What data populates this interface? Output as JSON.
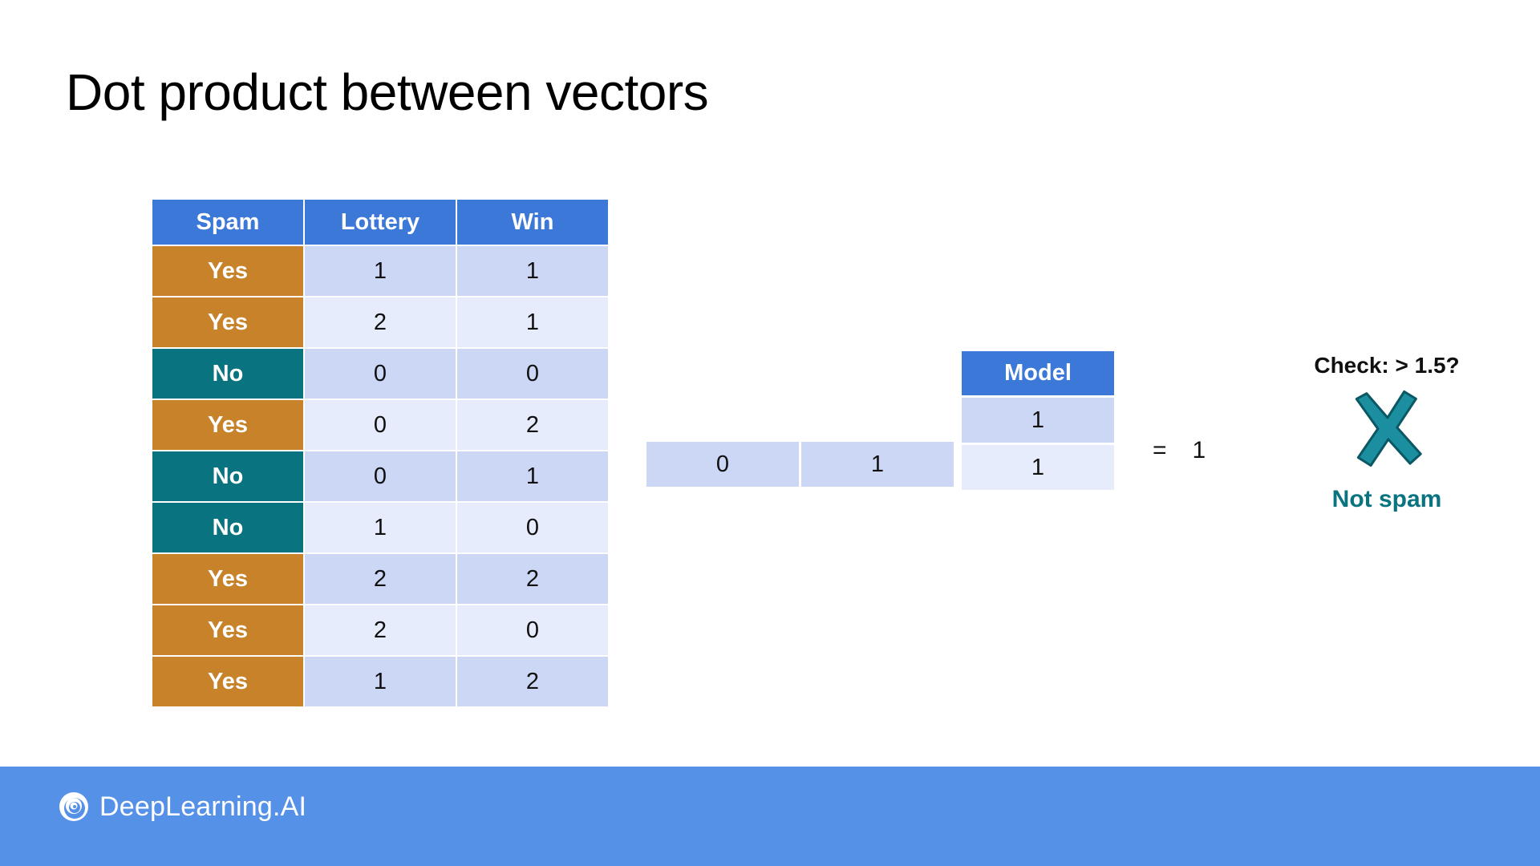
{
  "slide": {
    "title": "Dot product between vectors"
  },
  "table": {
    "headers": [
      "Spam",
      "Lottery",
      "Win"
    ],
    "rows": [
      {
        "spam": "Yes",
        "lottery": "1",
        "win": "1"
      },
      {
        "spam": "Yes",
        "lottery": "2",
        "win": "1"
      },
      {
        "spam": "No",
        "lottery": "0",
        "win": "0"
      },
      {
        "spam": "Yes",
        "lottery": "0",
        "win": "2"
      },
      {
        "spam": "No",
        "lottery": "0",
        "win": "1"
      },
      {
        "spam": "No",
        "lottery": "1",
        "win": "0"
      },
      {
        "spam": "Yes",
        "lottery": "2",
        "win": "2"
      },
      {
        "spam": "Yes",
        "lottery": "2",
        "win": "0"
      },
      {
        "spam": "Yes",
        "lottery": "1",
        "win": "2"
      }
    ]
  },
  "input_vector": {
    "values": [
      "0",
      "1"
    ]
  },
  "model_vector": {
    "header": "Model",
    "values": [
      "1",
      "1"
    ]
  },
  "equation": {
    "equals_sign": "=",
    "result": "1"
  },
  "verdict": {
    "check_label": "Check: > 1.5?",
    "mark_icon": "x-mark-icon",
    "label": "Not spam"
  },
  "footer": {
    "brand_name": "DeepLearning.AI",
    "logo_icon": "deeplearning-ai-logo-icon"
  },
  "colors": {
    "header_blue": "#3c78d8",
    "spam_orange": "#c8832a",
    "notspam_teal": "#0a7380",
    "row_tint_dark": "#ccd6f5",
    "row_tint_light": "#e6ecfb",
    "footer_blue": "#5691e8",
    "text_black": "#101010"
  }
}
